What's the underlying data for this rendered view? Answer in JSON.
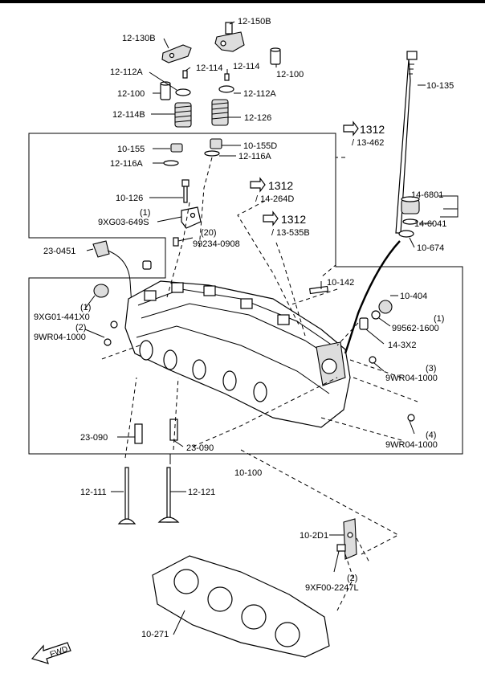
{
  "diagram": {
    "labels": {
      "p12_150B": "12-150B",
      "p12_130B": "12-130B",
      "p12_114_a": "12-114",
      "p12_114_b": "12-114",
      "p12_100_r": "12-100",
      "p12_112A_l": "12-112A",
      "p12_100_l": "12-100",
      "p12_112A_r": "12-112A",
      "p12_114B": "12-114B",
      "p12_126": "12-126",
      "p10_135": "10-135",
      "p10_155": "10-155",
      "p10_155D": "10-155D",
      "p12_116A_l": "12-116A",
      "p12_116A_r": "12-116A",
      "p10_126": "10-126",
      "p9XG03_qty": "(1)",
      "p9XG03": "9XG03-649S",
      "p99234_qty": "(20)",
      "p99234": "99234-0908",
      "p23_0451": "23-0451",
      "p14_6801": "14-6801",
      "p14_6041": "14-6041",
      "p10_674": "10-674",
      "p10_142": "10-142",
      "p10_404": "10-404",
      "p99562_qty": "(1)",
      "p99562": "99562-1600",
      "p14_3X2": "14-3X2",
      "p9XG01_qty": "(1)",
      "p9XG01": "9XG01-441X0",
      "p9WR04_a_qty": "(2)",
      "p9WR04_a": "9WR04-1000",
      "p9WR04_b_qty": "(3)",
      "p9WR04_b": "9WR04-1000",
      "p9WR04_c_qty": "(4)",
      "p9WR04_c": "9WR04-1000",
      "p23_090_l": "23-090",
      "p23_090_r": "23-090",
      "p10_100": "10-100",
      "p12_111": "12-111",
      "p12_121": "12-121",
      "p10_2D1": "10-2D1",
      "p9XF00_qty": "(2)",
      "p9XF00": "9XF00-2247L",
      "p10_271": "10-271"
    },
    "refs": [
      {
        "num": "1312",
        "sub": "/ 13-462"
      },
      {
        "num": "1312",
        "sub": "/ 14-264D"
      },
      {
        "num": "1312",
        "sub": "/ 13-535B"
      }
    ],
    "fwd": "FWD"
  }
}
